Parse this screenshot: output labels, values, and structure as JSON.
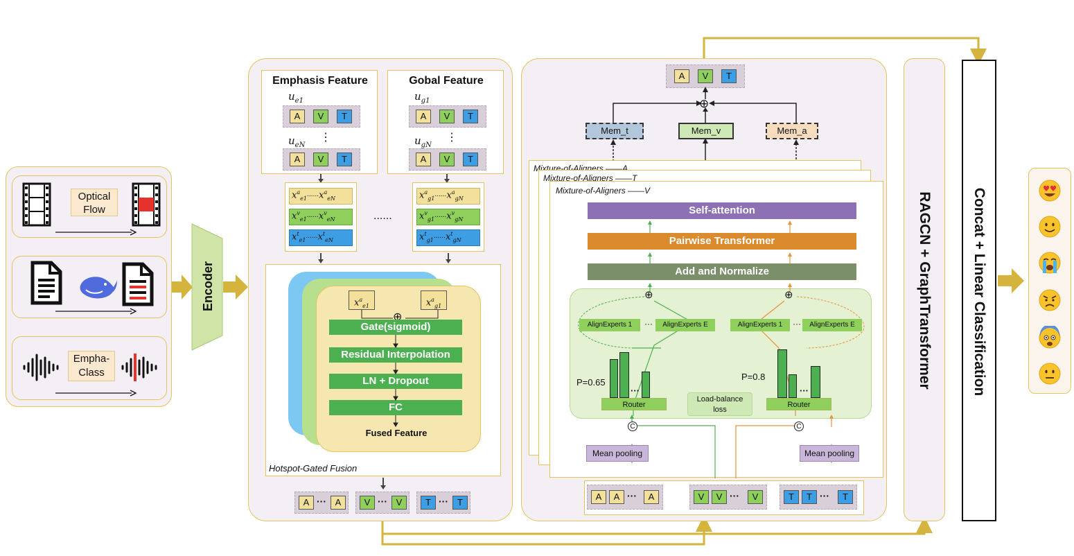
{
  "inputs": {
    "optical_flow": "Optical\nFlow",
    "empha_class": "Empha-\nClass"
  },
  "encoder": "Encoder",
  "hgf": {
    "emphasis_title": "Emphasis Feature",
    "global_title": "Gobal Feature",
    "u_e1": "u",
    "u_e1_sub": "e1",
    "u_eN": "u",
    "u_eN_sub": "eN",
    "u_g1": "u",
    "u_g1_sub": "g1",
    "u_gN": "u",
    "u_gN_sub": "gN",
    "vdots": "⋮",
    "hdots": "......",
    "tok_a": "A",
    "tok_v": "V",
    "tok_t": "T",
    "seq_e_a": "x",
    "row_dots": "······",
    "gate": "Gate(sigmoid)",
    "residual": "Residual Interpolation",
    "ln": "LN + Dropout",
    "fc": "FC",
    "fused": "Fused Feature",
    "hotspot": "Hotspot-Gated Fusion",
    "mid_dots": "···"
  },
  "moa": {
    "mem_t": "Mem_t",
    "mem_v": "Mem_v",
    "mem_a": "Mem_a",
    "layer_a": "Mixture-of-Aligners ——A",
    "layer_t": "Mixture-of-Aligners ——T",
    "layer_v": "Mixture-of-Aligners ——V",
    "self_attention": "Self-attention",
    "pairwise": "Pairwise Transformer",
    "add_norm": "Add and Normalize",
    "ae1": "AlignExperts 1",
    "aeE": "AlignExperts E",
    "ellipsis": "···",
    "p_left": "P=0.65",
    "p_right": "P=0.8",
    "router": "Router",
    "load_balance": "Load-balance\nloss",
    "mean_pooling": "Mean pooling",
    "concat_symbol": "C",
    "oplus": "⊕"
  },
  "ragcn": "RAGCN + GraphTransformer",
  "concat_linear": "Concat + Linear Classification",
  "colors": {
    "arrow_gold": "#d4b43c",
    "green_bar": "#4caf50",
    "self_attention": "#8e70b4",
    "pairwise": "#dc8a2e",
    "add_norm": "#7a8f6a",
    "panel_border": "#e2c45c"
  },
  "emojis": [
    "smiling-face-with-heart-eyes",
    "slightly-smiling-face",
    "loudly-crying-face",
    "angry-face",
    "fearful-face-screaming",
    "neutral-face"
  ]
}
